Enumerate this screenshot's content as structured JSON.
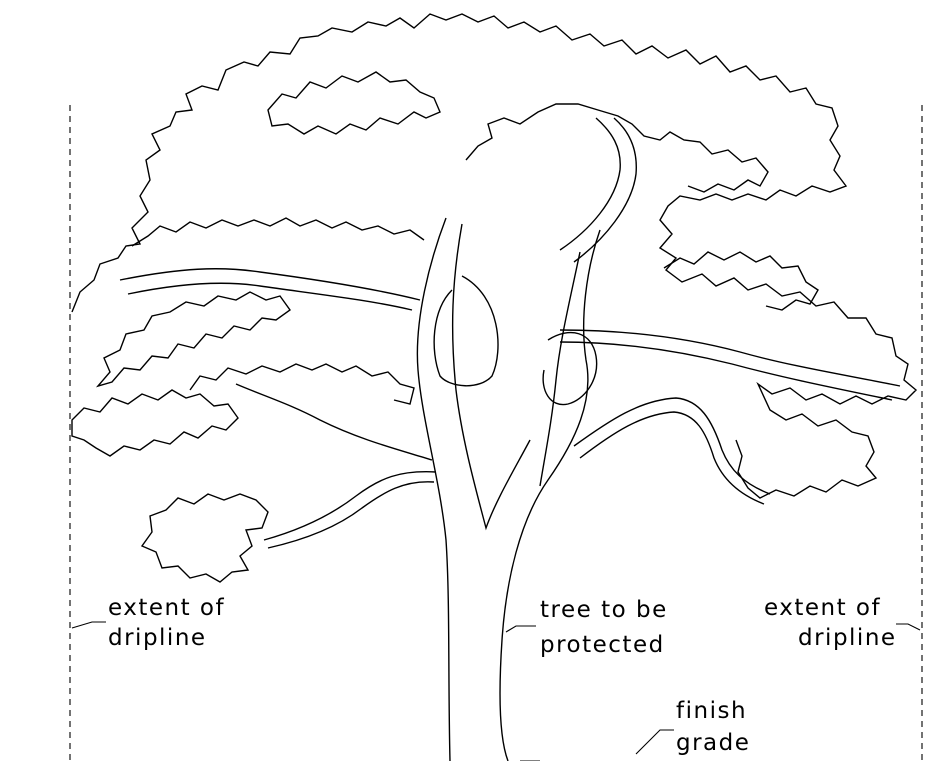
{
  "labels": {
    "dripline_left_line1": "extent of",
    "dripline_left_line2": "dripline",
    "tree_line1": "tree to be",
    "tree_line2": "protected",
    "dripline_right_line1": "extent of",
    "dripline_right_line2": "dripline",
    "grade_line1": "finish",
    "grade_line2": "grade"
  },
  "colors": {
    "ink": "#000000",
    "background": "#ffffff"
  }
}
